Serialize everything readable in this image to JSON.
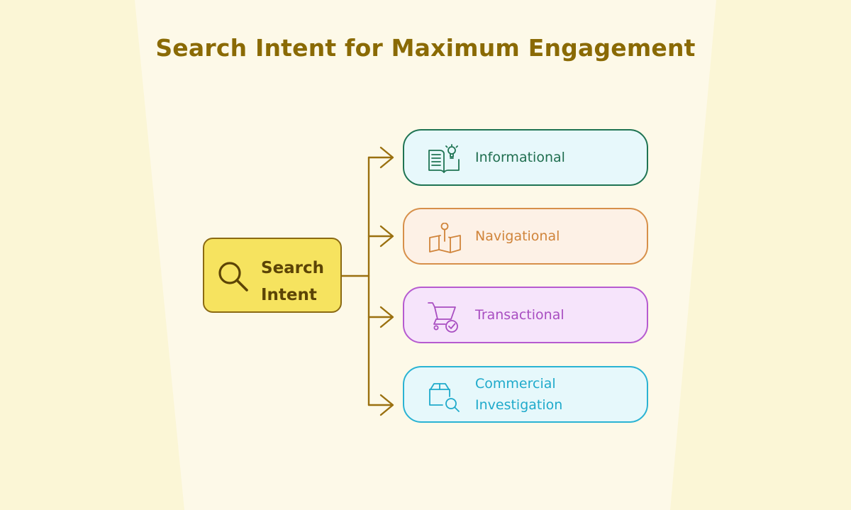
{
  "title": "Search Intent for Maximum Engagement",
  "colors": {
    "background": "#fbf6d6",
    "title": "#8a6a04",
    "connector": "#9a700f",
    "center_fill": "#f6e35f",
    "informational": "#1f7453",
    "navigational": "#d7904a",
    "transactional": "#b65bd0",
    "commercial": "#2ab3d3"
  },
  "center": {
    "line1": "Search",
    "line2": "Intent",
    "icon": "magnifier-icon"
  },
  "branches": [
    {
      "label": "Informational",
      "icon": "book-lightbulb-icon"
    },
    {
      "label": "Navigational",
      "icon": "map-pin-icon"
    },
    {
      "label": "Transactional",
      "icon": "cart-check-icon"
    },
    {
      "label_line1": "Commercial",
      "label_line2": "Investigation",
      "icon": "box-search-icon"
    }
  ]
}
